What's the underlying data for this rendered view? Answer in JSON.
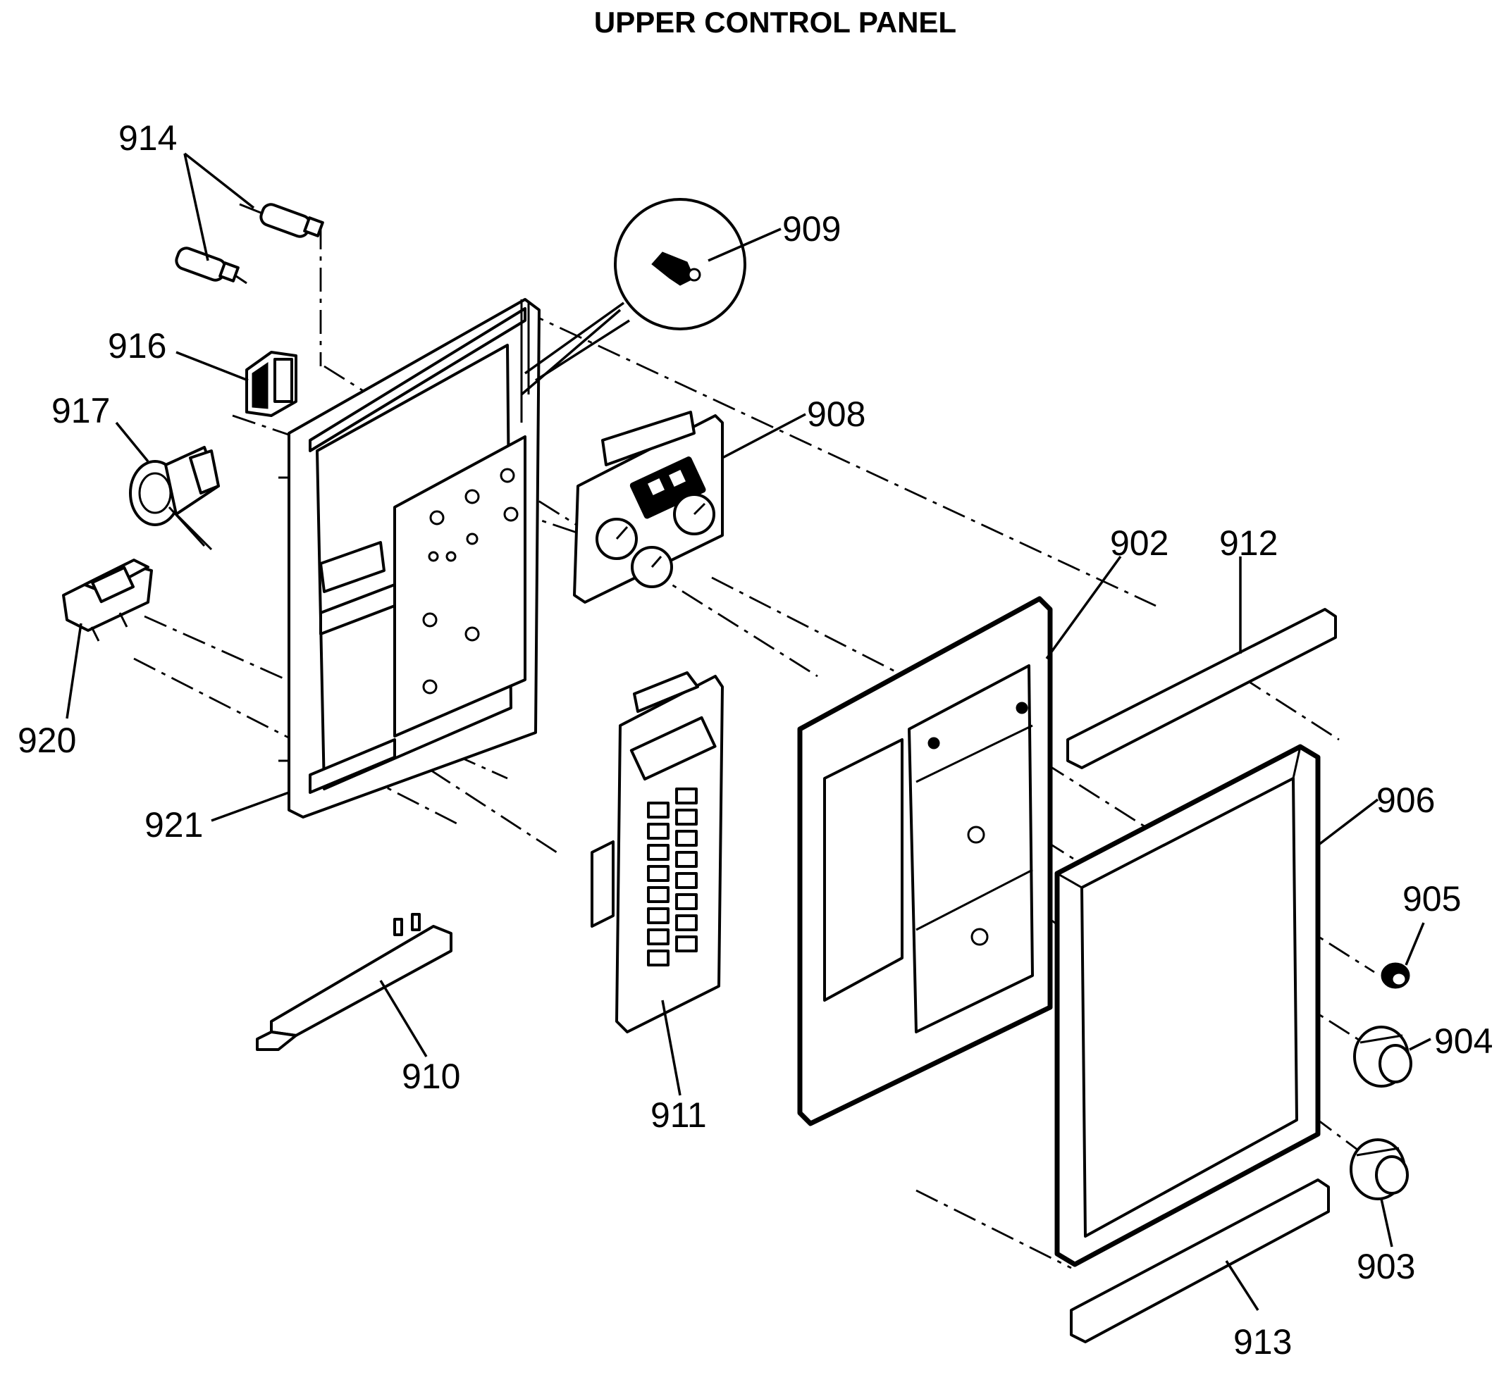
{
  "title": "UPPER CONTROL PANEL",
  "callouts": {
    "p902": "902",
    "p903": "903",
    "p904": "904",
    "p905": "905",
    "p906": "906",
    "p908": "908",
    "p909": "909",
    "p910": "910",
    "p911": "911",
    "p912": "912",
    "p913": "913",
    "p914": "914",
    "p916": "916",
    "p917": "917",
    "p920": "920",
    "p921": "921"
  }
}
